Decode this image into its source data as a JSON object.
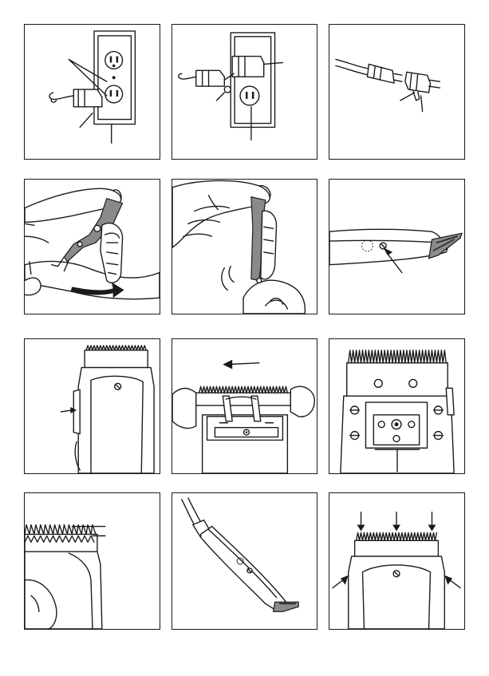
{
  "figure": {
    "panel_count": 12,
    "columns": 3,
    "rows": 4,
    "panels": [
      {
        "id": 1,
        "icon": "wall-outlet-plug-icon"
      },
      {
        "id": 2,
        "icon": "outlet-adapter-icon"
      },
      {
        "id": 3,
        "icon": "polarized-plug-icon"
      },
      {
        "id": 4,
        "icon": "lever-hand-icon"
      },
      {
        "id": 5,
        "icon": "lever-press-icon"
      },
      {
        "id": 6,
        "icon": "clipper-screw-icon"
      },
      {
        "id": 7,
        "icon": "clipper-lever-icon"
      },
      {
        "id": 8,
        "icon": "blade-slide-icon"
      },
      {
        "id": 9,
        "icon": "blade-screws-icon"
      },
      {
        "id": 10,
        "icon": "blade-teeth-closeup-icon"
      },
      {
        "id": 11,
        "icon": "clipper-cord-icon"
      },
      {
        "id": 12,
        "icon": "blade-alignment-icon"
      }
    ]
  }
}
